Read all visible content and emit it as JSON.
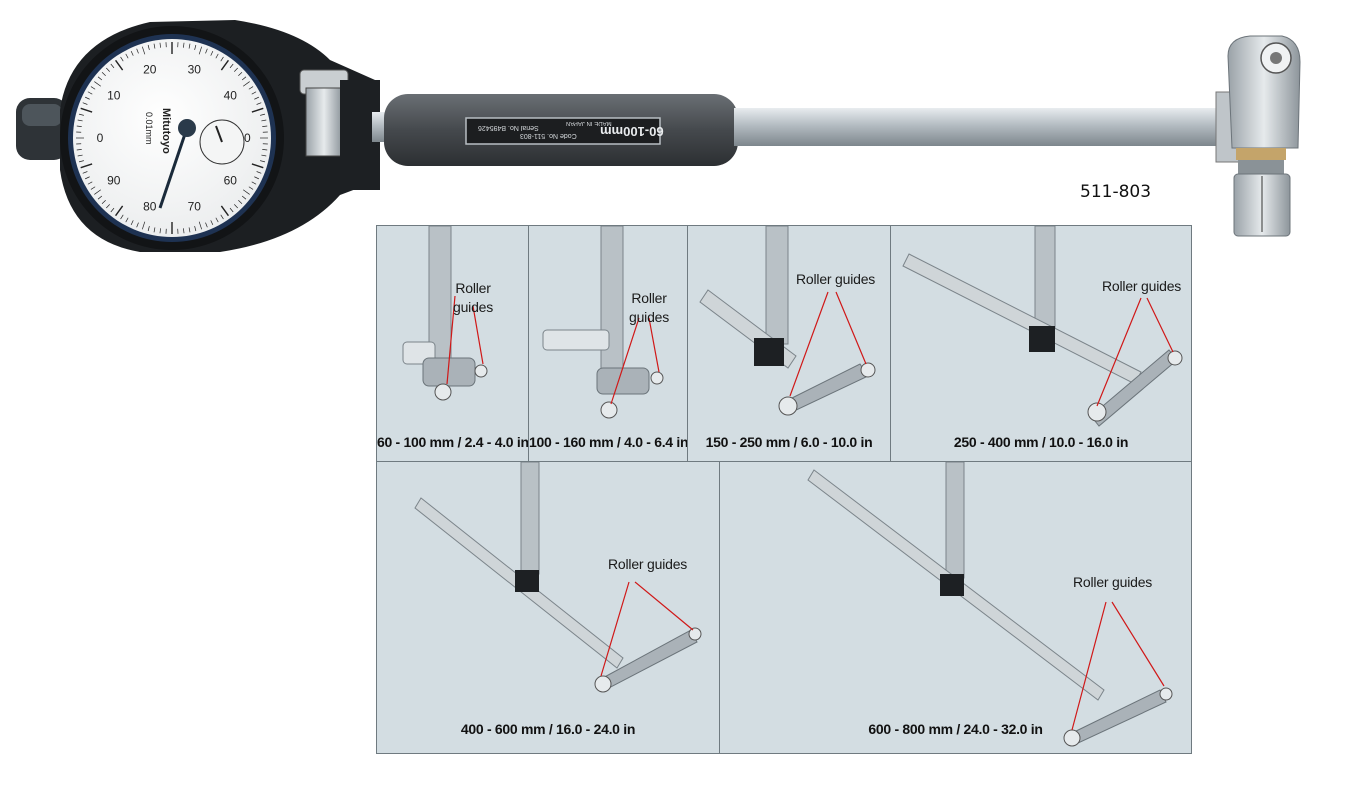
{
  "model_number": "511-803",
  "gauge": {
    "brand": "Mitutoyo",
    "resolution": "0.01mm",
    "dial_numbers": [
      "0",
      "10",
      "20",
      "30",
      "40",
      "50",
      "60",
      "70",
      "80",
      "90"
    ],
    "grip_label": "60-100mm",
    "code_label": "Code No. 511-803",
    "serial_label": "Serial No. B495426",
    "origin_label": "MADE IN JAPAN"
  },
  "colors": {
    "panel_bg": "#d3dde2",
    "panel_border": "#6f7a80",
    "arrow_red": "#d01818",
    "grip_dark": "#4a4e53"
  },
  "panels": [
    {
      "caption": "60 - 100 mm / 2.4 - 4.0 in",
      "roller_label": "Roller\nguides"
    },
    {
      "caption": "100 - 160 mm / 4.0 - 6.4 in",
      "roller_label": "Roller\nguides"
    },
    {
      "caption": "150 - 250 mm / 6.0 - 10.0 in",
      "roller_label": "Roller guides"
    },
    {
      "caption": "250 - 400 mm / 10.0 - 16.0 in",
      "roller_label": "Roller guides"
    },
    {
      "caption": "400 - 600 mm / 16.0 - 24.0 in",
      "roller_label": "Roller guides"
    },
    {
      "caption": "600 - 800 mm / 24.0 - 32.0 in",
      "roller_label": "Roller guides"
    }
  ]
}
